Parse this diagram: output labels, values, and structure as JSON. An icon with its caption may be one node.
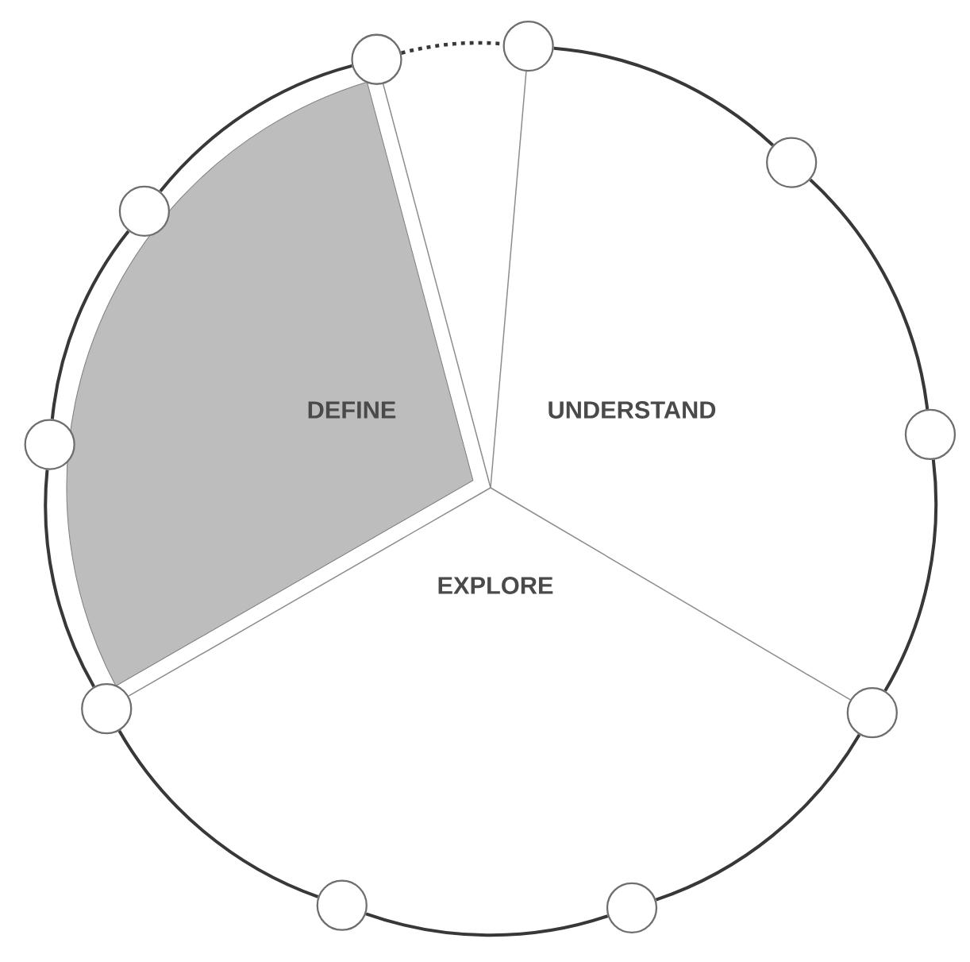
{
  "diagram": {
    "nodes": [
      {
        "text": [
          "DEFINE"
        ]
      },
      {
        "text": [
          "UNDERSTAND"
        ]
      },
      {
        "text": [
          "EXPLORE"
        ]
      },
      {
        "text": [],
        "shape": "circle"
      },
      {
        "text": [],
        "shape": "circle"
      },
      {
        "text": [],
        "shape": "circle"
      },
      {
        "text": [],
        "shape": "circle"
      },
      {
        "text": [],
        "shape": "circle"
      },
      {
        "text": [],
        "shape": "circle"
      },
      {
        "text": [],
        "shape": "circle"
      },
      {
        "text": [],
        "shape": "circle"
      },
      {
        "text": [],
        "shape": "circle"
      },
      {
        "text": [],
        "shape": "circle"
      }
    ],
    "edges": [
      {
        "from": 4,
        "to": 3,
        "arrow": "none",
        "style": "dashed"
      },
      {
        "from": 3,
        "to": 5,
        "arrow": "none"
      },
      {
        "from": 5,
        "to": 7,
        "arrow": "none"
      },
      {
        "from": 7,
        "to": 10,
        "arrow": "none"
      },
      {
        "from": 10,
        "to": 12,
        "arrow": "none"
      },
      {
        "from": 12,
        "to": 11,
        "arrow": "none"
      },
      {
        "from": 11,
        "to": 9,
        "arrow": "none"
      },
      {
        "from": 9,
        "to": 8,
        "arrow": "none"
      },
      {
        "from": 8,
        "to": 6,
        "arrow": "none"
      },
      {
        "from": 6,
        "to": 4,
        "arrow": "none"
      }
    ]
  }
}
